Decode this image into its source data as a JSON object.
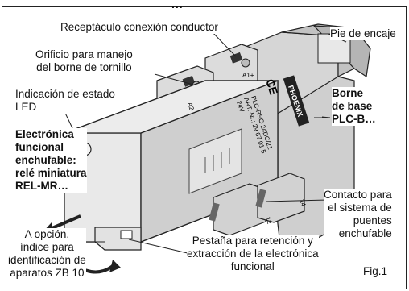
{
  "header_fragment": "...",
  "labels": {
    "receptaculo": "Receptáculo conexión conductor",
    "pie_encaje": "Pie de encaje",
    "orificio_1": "Orificio para manejo",
    "orificio_2": "del borne de tornillo",
    "indicacion_1": "Indicación de estado",
    "indicacion_2": "LED",
    "borne_1": "Borne",
    "borne_2": "de base",
    "borne_3": "PLC-B…",
    "electronica_1": "Electrónica",
    "electronica_2": "funcional",
    "electronica_3": "enchufable:",
    "electronica_4": "relé miniatura",
    "electronica_5": "REL-MR…",
    "contacto_1": "Contacto para",
    "contacto_2": "el sistema de",
    "contacto_3": "puentes",
    "contacto_4": "enchufable",
    "opcion_1": "A opción,",
    "opcion_2": "índice para",
    "opcion_3": "identificación de",
    "opcion_4": "aparatos ZB 10",
    "pestana_1": "Pestaña para retención y",
    "pestana_2": "extracción de la electrónica",
    "pestana_3": "funcional",
    "fig": "Fig.1"
  },
  "device_markings": {
    "brand_plate": "PHOENIX",
    "ce": "CE",
    "type_code": "PLC-RSC-24DC/21",
    "art_no": "ART.-Nr.: 29 67 01 5",
    "voltage": "24V",
    "terminal_a1": "A1+",
    "terminal_a2": "A2-",
    "terminal_11": "11",
    "terminal_12": "12",
    "terminal_14": "14"
  }
}
